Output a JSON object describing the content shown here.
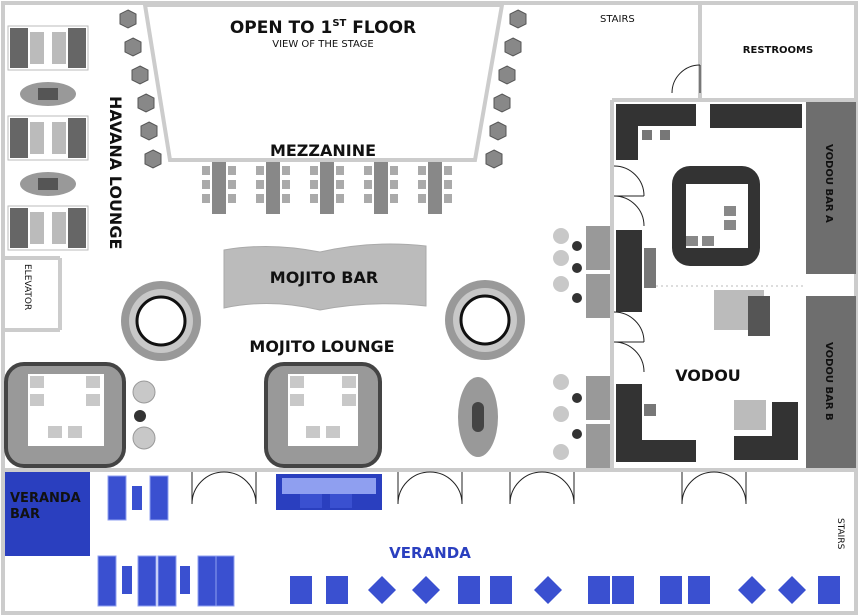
{
  "labels": {
    "open_to_floor_main": "OPEN TO 1",
    "open_to_floor_sup": "ST",
    "open_to_floor_end": " FLOOR",
    "view_stage": "VIEW OF THE STAGE",
    "stairs_top": "STAIRS",
    "restrooms": "RESTROOMS",
    "mezzanine": "MEZZANINE",
    "havana_lounge": "HAVANA LOUNGE",
    "elevator": "ELEVATOR",
    "mojito_bar": "MOJITO BAR",
    "mojito_lounge": "MOJITO LOUNGE",
    "vodou": "VODOU",
    "vodou_bar_a": "VODOU BAR A",
    "vodou_bar_b": "VODOU BAR B",
    "veranda_bar_line1": "VERANDA",
    "veranda_bar_line2": "BAR",
    "veranda": "VERANDA",
    "stairs_right": "STAIRS"
  },
  "colors": {
    "wall": "#cccccc",
    "sofa_dark": "#3a3a3a",
    "sofa_mid": "#888888",
    "seat_light": "#c8c8c8",
    "seat_gray": "#999999",
    "bar_gray": "#bbbbbb",
    "side_bar": "#6e6e6e",
    "veranda_blue": "#2a3fbf",
    "veranda_table": "#3a50d0",
    "veranda_light": "#8f9ff0"
  }
}
